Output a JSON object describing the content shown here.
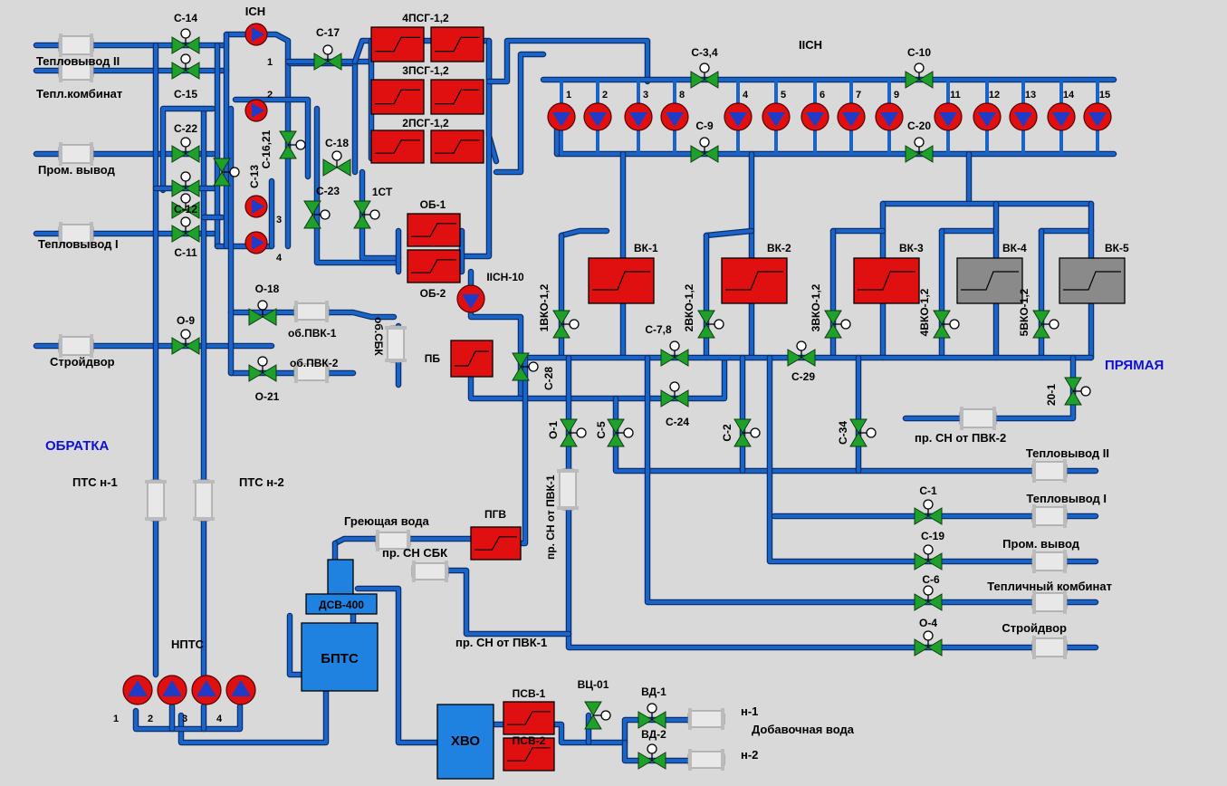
{
  "colors": {
    "background": "#d9d9d9",
    "pipe": "#1a64c8",
    "pipe_outline": "#0a2f6e",
    "valve": "#1fa02a",
    "pump_body": "#e01010",
    "pump_triangle": "#1e3cc8",
    "heater": "#e01010",
    "heater_off": "#8a8a8a",
    "tank": "#1f82e0",
    "header_text": "#1010d0"
  },
  "headers": {
    "return": "ОБРАТКА",
    "supply": "ПРЯМАЯ"
  },
  "left_inlets": [
    "Тепловывод II",
    "Тепл.комбинат",
    "Пром. вывод",
    "Тепловывод I",
    "Стройдвор"
  ],
  "right_outlets": [
    "Тепловывод II",
    "Тепловывод I",
    "Пром. вывод",
    "Тепличный комбинат",
    "Стройдвор"
  ],
  "valves": {
    "c14": "С-14",
    "c15": "С-15",
    "c22": "С-22",
    "c12": "С-12",
    "c11": "С-11",
    "c13": "С-13",
    "c1621": "С-16,21",
    "c17": "С-17",
    "c18": "С-18",
    "c23": "С-23",
    "st1": "1СТ",
    "o18": "О-18",
    "o21": "О-21",
    "o9": "О-9",
    "c34top": "С-3,4",
    "c10": "С-10",
    "c9": "С-9",
    "c20": "С-20",
    "vko1": "1ВКО-1,2",
    "vko2": "2ВКО-1,2",
    "vko3": "3ВКО-1,2",
    "vko4": "4ВКО-1,2",
    "vko5": "5ВКО-1,2",
    "c78": "С-7,8",
    "c24": "С-24",
    "c29": "С-29",
    "c28": "С-28",
    "o1": "О-1",
    "c5": "С-5",
    "c2": "С-2",
    "c34": "С-34",
    "v201": "20-1",
    "c1": "С-1",
    "c19": "С-19",
    "c6": "С-6",
    "o4": "О-4",
    "vc01": "ВЦ-01",
    "vd1": "ВД-1",
    "vd2": "ВД-2"
  },
  "pumps": {
    "group1_title": "IСН",
    "group1": [
      "1",
      "2",
      "3",
      "4"
    ],
    "group2_title": "IIСН",
    "group2": [
      "1",
      "2",
      "3",
      "8",
      "4",
      "5",
      "6",
      "7",
      "9",
      "11",
      "12",
      "13",
      "14",
      "15"
    ],
    "pcn10": "IIСН-10",
    "nptc_title": "НПТС",
    "nptc": [
      "1",
      "2",
      "3",
      "4"
    ]
  },
  "heaters": {
    "psg4": "4ПСГ-1,2",
    "psg3": "3ПСГ-1,2",
    "psg2": "2ПСГ-1,2",
    "ob1": "ОБ-1",
    "ob2": "ОБ-2",
    "pb": "ПБ",
    "pgv": "ПГВ",
    "psv1": "ПСВ-1",
    "psv2": "ПСВ-2"
  },
  "boilers": [
    {
      "label": "ВК-1",
      "state": "on"
    },
    {
      "label": "ВК-2",
      "state": "on"
    },
    {
      "label": "ВК-3",
      "state": "on"
    },
    {
      "label": "ВК-4",
      "state": "off"
    },
    {
      "label": "ВК-5",
      "state": "off"
    }
  ],
  "labels": {
    "ob_pvk1": "об.ПВК-1",
    "ob_pvk2": "об.ПВК-2",
    "ob_sbk": "об.СБК",
    "pts1": "ПТС  н-1",
    "pts2": "ПТС  н-2",
    "greyuschaya": "Греющая вода",
    "pr_sn_sbk": "пр. СН СБК",
    "pr_sn_pvk1_h": "пр. СН от ПВК-1",
    "pr_sn_pvk1_v": "пр. СН от ПВК-1",
    "pr_sn_pvk2": "пр. СН от ПВК-2",
    "dsv": "ДСВ-400",
    "bpts": "БПТС",
    "hvo": "ХВО",
    "n1": "н-1",
    "n2": "н-2",
    "dob_voda": "Добавочная вода"
  }
}
